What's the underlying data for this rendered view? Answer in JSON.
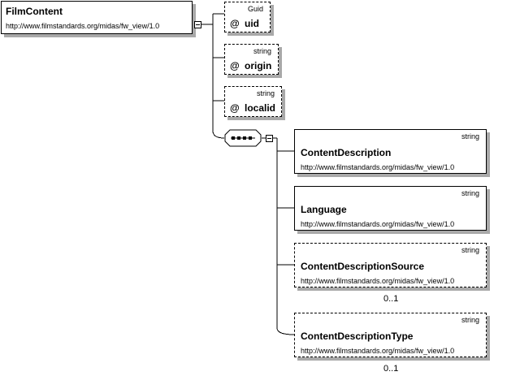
{
  "root": {
    "name": "FilmContent",
    "namespace": "http://www.filmstandards.org/midas/fw_view/1.0"
  },
  "attribute_marker": "@",
  "attributes": [
    {
      "name": "uid",
      "type": "Guid"
    },
    {
      "name": "origin",
      "type": "string"
    },
    {
      "name": "localid",
      "type": "string"
    }
  ],
  "compositor": {
    "kind": "sequence"
  },
  "elements": [
    {
      "name": "ContentDescription",
      "type": "string",
      "namespace": "http://www.filmstandards.org/midas/fw_view/1.0",
      "occurrence": ""
    },
    {
      "name": "Language",
      "type": "string",
      "namespace": "http://www.filmstandards.org/midas/fw_view/1.0",
      "occurrence": ""
    },
    {
      "name": "ContentDescriptionSource",
      "type": "string",
      "namespace": "http://www.filmstandards.org/midas/fw_view/1.0",
      "occurrence": "0..1"
    },
    {
      "name": "ContentDescriptionType",
      "type": "string",
      "namespace": "http://www.filmstandards.org/midas/fw_view/1.0",
      "occurrence": "0..1"
    }
  ]
}
